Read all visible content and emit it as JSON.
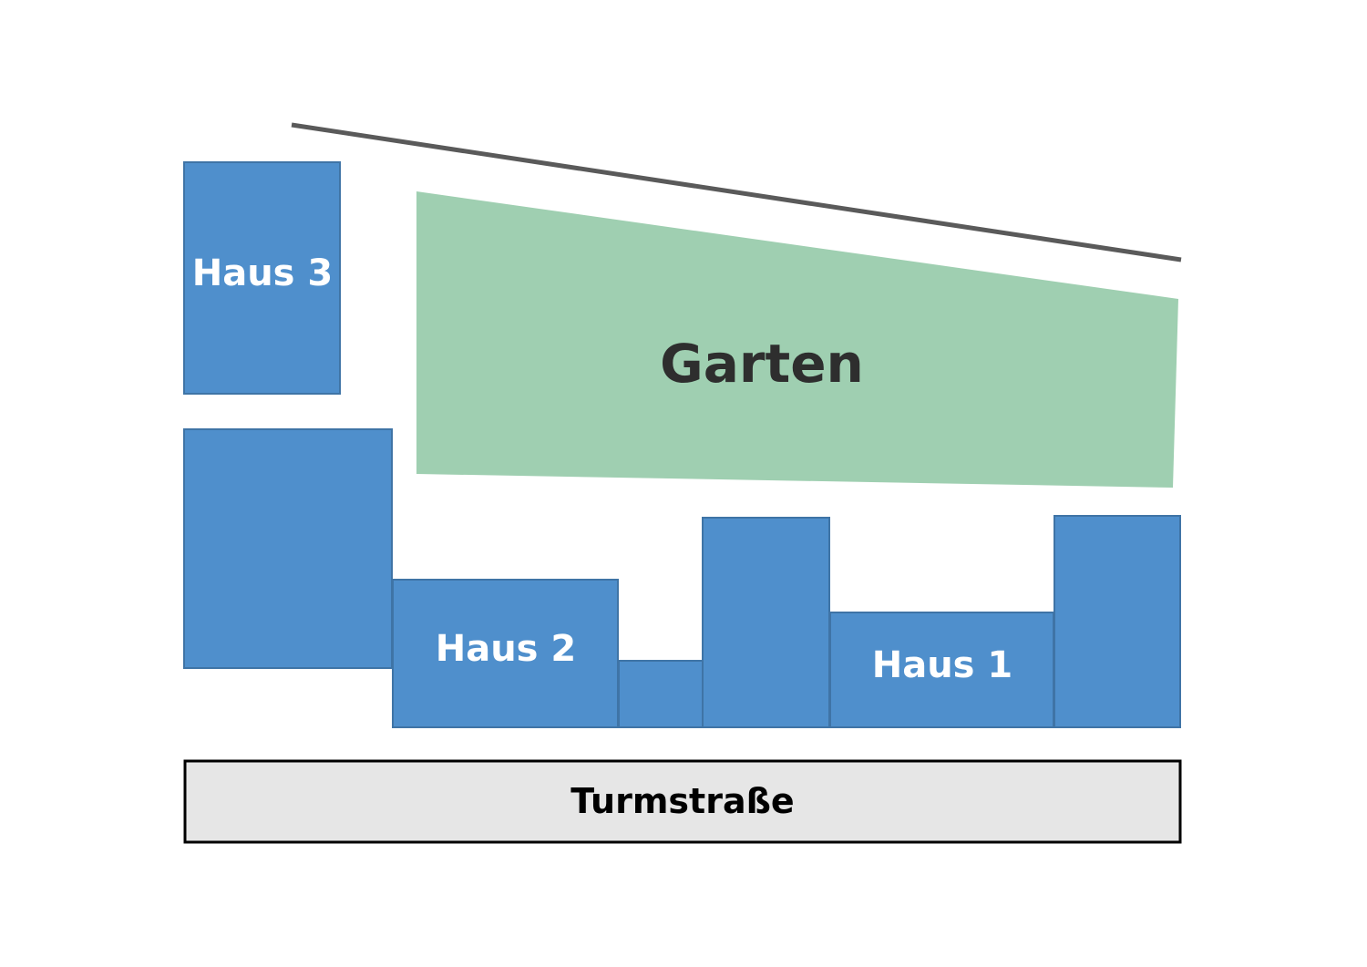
{
  "garden": {
    "label": "Garten"
  },
  "houses": {
    "haus_1": "Haus 1",
    "haus_2": "Haus 2",
    "haus_3": "Haus 3"
  },
  "street": {
    "label": "Turmstraße"
  },
  "colors": {
    "building": "#4f8fcc",
    "garden": "#9fcfb1",
    "street": "#e6e6e6",
    "boundary_line": "#5a5a5a"
  }
}
